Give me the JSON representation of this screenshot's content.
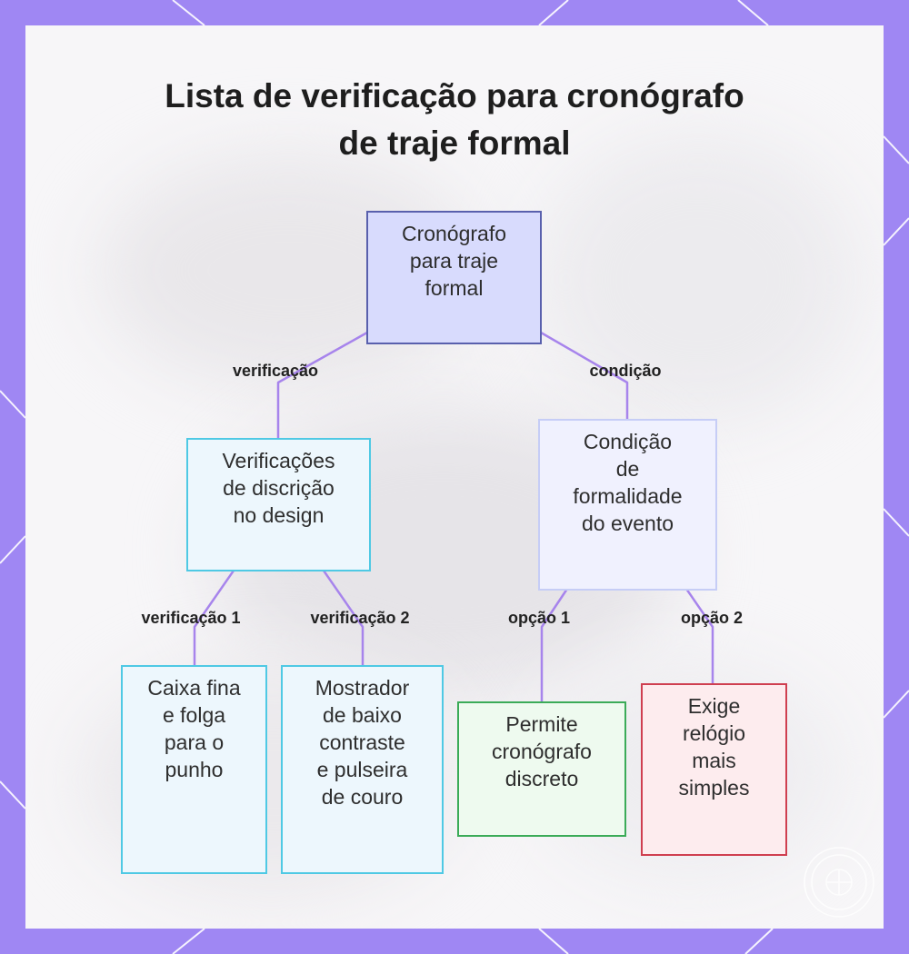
{
  "title_lines": [
    "Lista de verificação para cronógrafo",
    "de traje formal"
  ],
  "nodes": {
    "root": "Cronógrafo\npara traje\nformal",
    "discretion": "Verificações\nde discrição\nno design",
    "formality": "Condição\nde\nformalidade\ndo evento",
    "case": "Caixa fina\ne folga\npara o\npunho",
    "dial": "Mostrador\nde baixo\ncontraste\ne pulseira\nde couro",
    "allows": "Permite\ncronógrafo\ndiscreto",
    "simpler": "Exige\nrelógio\nmais\nsimples"
  },
  "edge_labels": {
    "root_discretion": "verificação",
    "root_formality": "condição",
    "check1": "verificação 1",
    "check2": "verificação 2",
    "option1": "opção 1",
    "option2": "opção 2"
  },
  "colors": {
    "edge": "#a784ec",
    "frame": "#9f87f3",
    "root_fill": "#d8dbfd",
    "cyan_border": "#4fc9e4",
    "green_border": "#3bab58",
    "red_border": "#cf3f50"
  }
}
